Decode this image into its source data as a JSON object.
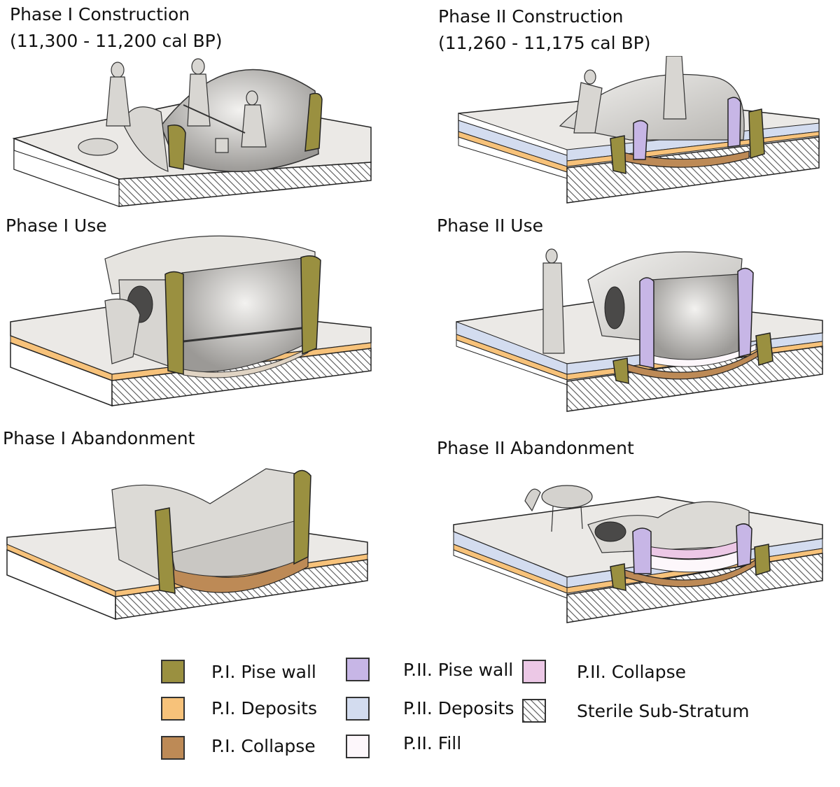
{
  "panels": [
    {
      "title": "Phase I Construction",
      "subtitle": "(11,300 - 11,200 cal BP)"
    },
    {
      "title": "Phase II Construction",
      "subtitle": "(11,260 - 11,175 cal BP)"
    },
    {
      "title": "Phase I Use",
      "subtitle": ""
    },
    {
      "title": "Phase II Use",
      "subtitle": ""
    },
    {
      "title": "Phase I Abandonment",
      "subtitle": ""
    },
    {
      "title": "Phase II Abandonment",
      "subtitle": ""
    }
  ],
  "legend": [
    {
      "label": "P.I. Pise wall",
      "color": "#9a9040"
    },
    {
      "label": "P.I. Deposits",
      "color": "#f7c27a"
    },
    {
      "label": "P.I. Collapse",
      "color": "#bd8a56"
    },
    {
      "label": "P.II. Pise wall",
      "color": "#c7b6e6"
    },
    {
      "label": "P.II. Deposits",
      "color": "#d3dcef"
    },
    {
      "label": "P.II. Fill",
      "color": "#fdf7fb"
    },
    {
      "label": "P.II. Collapse",
      "color": "#ecc8e6"
    },
    {
      "label": "Sterile Sub-Stratum",
      "color": "hatched"
    }
  ],
  "colors": {
    "ground": "#ebe9e6",
    "sterile_hatch": "#555555",
    "outline": "#222222",
    "structure": "#e2e0dc",
    "interior_shade": "#9a9896"
  }
}
